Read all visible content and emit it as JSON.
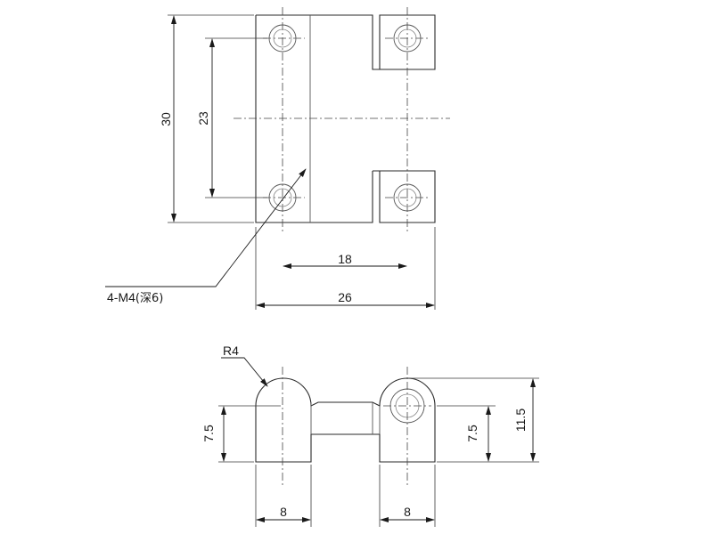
{
  "dimensions": {
    "overall_height": "30",
    "hole_spacing_vertical": "23",
    "hole_spacing_horizontal": "18",
    "overall_width": "26",
    "left_height": "7.5",
    "right_height": "7.5",
    "total_height": "11.5",
    "left_width": "8",
    "right_width": "8"
  },
  "notes": {
    "hole_callout_prefix": "4-M4",
    "hole_callout_depth": "(深6)",
    "radius": "R4"
  }
}
